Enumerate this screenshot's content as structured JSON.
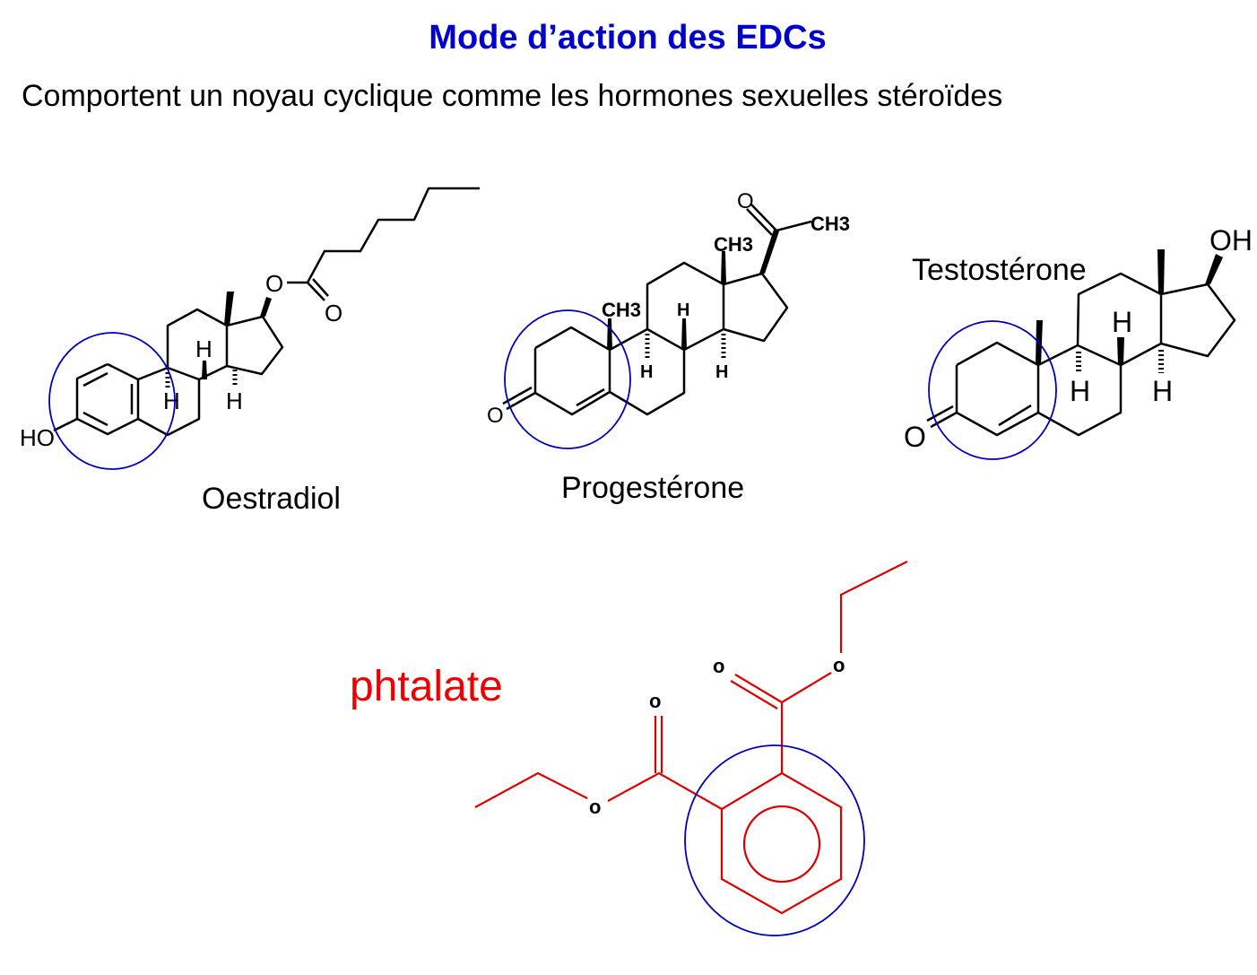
{
  "slide": {
    "title": "Mode d’action des EDCs",
    "subtitle": "Comportent un noyau cyclique comme les hormones sexuelles stéroïdes",
    "title_color": "#0000cc",
    "highlight_ring_color": "#0000bb"
  },
  "molecules": {
    "oestradiol": {
      "name": "Oestradiol",
      "atoms": {
        "ho": "HO",
        "o1": "O",
        "o2": "O",
        "h": "H"
      }
    },
    "progesterone": {
      "name": "Progestérone",
      "atoms": {
        "ch3": "CH3",
        "o": "O",
        "h": "H"
      }
    },
    "testosterone": {
      "name": "Testostérone",
      "atoms": {
        "oh": "OH",
        "o": "O",
        "h": "H"
      }
    },
    "phtalate": {
      "name": "phtalate",
      "color": "#ee0000",
      "atoms": {
        "o": "o"
      }
    }
  }
}
